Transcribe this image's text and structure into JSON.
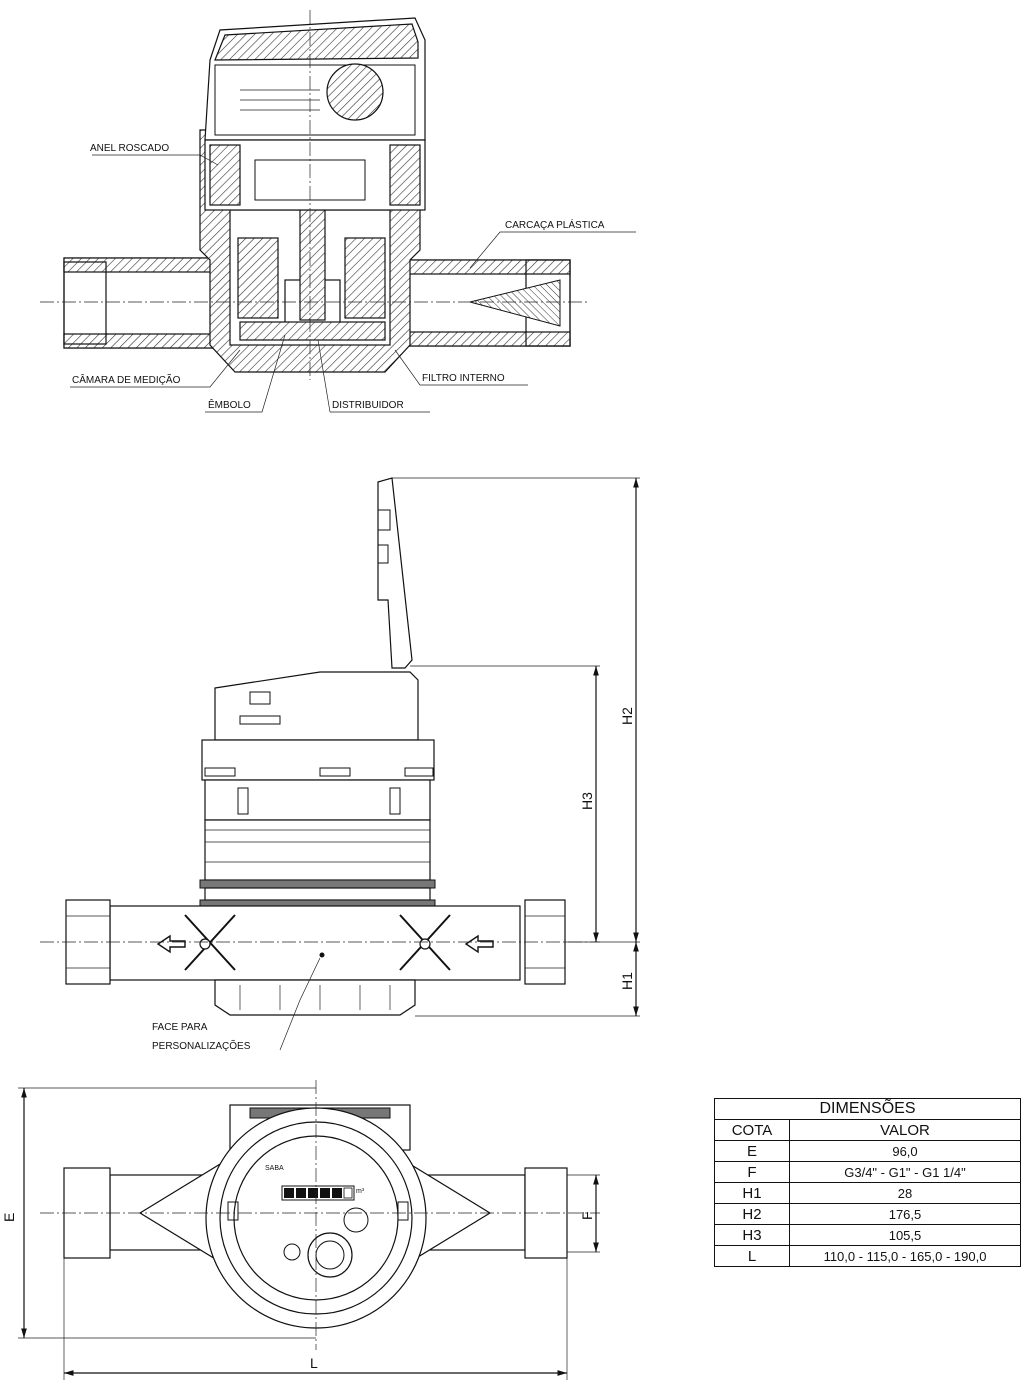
{
  "labels": {
    "anel_roscado": "ANEL ROSCADO",
    "carcaca_plastica": "CARCAÇA PLÁSTICA",
    "camara_medicao": "CÂMARA DE MEDIÇÃO",
    "embolo": "ÊMBOLO",
    "distribuidor": "DISTRIBUIDOR",
    "filtro_interno": "FILTRO INTERNO",
    "face_line1": "FACE PARA",
    "face_line2": "PERSONALIZAÇÕES"
  },
  "dimension_marks": {
    "h1": "H1",
    "h2": "H2",
    "h3": "H3",
    "e": "E",
    "f": "F",
    "l": "L"
  },
  "dial": {
    "brand": "SABA",
    "unit": "m³"
  },
  "table": {
    "title": "DIMENSÕES",
    "col_cota": "COTA",
    "col_valor": "VALOR",
    "rows": [
      {
        "cota": "E",
        "valor": "96,0"
      },
      {
        "cota": "F",
        "valor": "G3/4\" - G1\" - G1 1/4\""
      },
      {
        "cota": "H1",
        "valor": "28"
      },
      {
        "cota": "H2",
        "valor": "176,5"
      },
      {
        "cota": "H3",
        "valor": "105,5"
      },
      {
        "cota": "L",
        "valor": "110,0 - 115,0 - 165,0 - 190,0"
      }
    ]
  }
}
